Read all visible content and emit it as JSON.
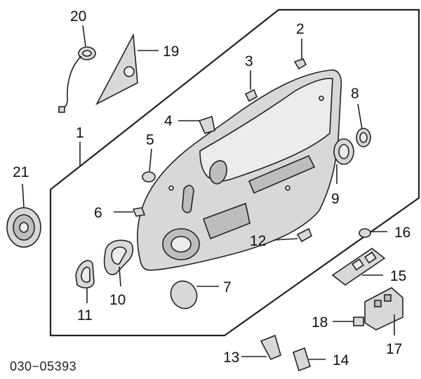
{
  "diagram": {
    "document_code": "030−05393",
    "callouts": [
      {
        "id": "1",
        "label": "1"
      },
      {
        "id": "2",
        "label": "2"
      },
      {
        "id": "3",
        "label": "3"
      },
      {
        "id": "4",
        "label": "4"
      },
      {
        "id": "5",
        "label": "5"
      },
      {
        "id": "6",
        "label": "6"
      },
      {
        "id": "7",
        "label": "7"
      },
      {
        "id": "8",
        "label": "8"
      },
      {
        "id": "9",
        "label": "9"
      },
      {
        "id": "10",
        "label": "10"
      },
      {
        "id": "11",
        "label": "11"
      },
      {
        "id": "12",
        "label": "12"
      },
      {
        "id": "13",
        "label": "13"
      },
      {
        "id": "14",
        "label": "14"
      },
      {
        "id": "15",
        "label": "15"
      },
      {
        "id": "16",
        "label": "16"
      },
      {
        "id": "17",
        "label": "17"
      },
      {
        "id": "18",
        "label": "18"
      },
      {
        "id": "19",
        "label": "19"
      },
      {
        "id": "20",
        "label": "20"
      },
      {
        "id": "21",
        "label": "21"
      }
    ]
  }
}
